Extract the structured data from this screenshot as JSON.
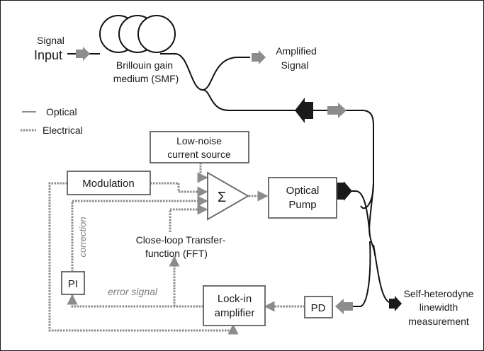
{
  "labels": {
    "signal_line1": "Signal",
    "signal_line2": "Input",
    "gain_medium_line1": "Brillouin gain",
    "gain_medium_line2": "medium (SMF)",
    "amplified_line1": "Amplified",
    "amplified_line2": "Signal",
    "legend_optical": "Optical",
    "legend_electrical": "Electrical",
    "current_source_line1": "Low-noise",
    "current_source_line2": "current source",
    "modulation": "Modulation",
    "sum_symbol": "Σ",
    "optical_pump_line1": "Optical",
    "optical_pump_line2": "Pump",
    "transfer_line1": "Close-loop Transfer-",
    "transfer_line2": "function (FFT)",
    "correction": "correction",
    "pi": "PI",
    "error_signal": "error signal",
    "lockin_line1": "Lock-in",
    "lockin_line2": "amplifier",
    "pd": "PD",
    "selfhet_line1": "Self-heterodyne",
    "selfhet_line2": "linewidth",
    "selfhet_line3": "measurement"
  },
  "colors": {
    "optical_line": "#111111",
    "electrical_line": "#8c8c8c",
    "box_border": "#707070",
    "gray_arrow": "#8c8c8c",
    "dark_arrow": "#1a1a1a"
  }
}
